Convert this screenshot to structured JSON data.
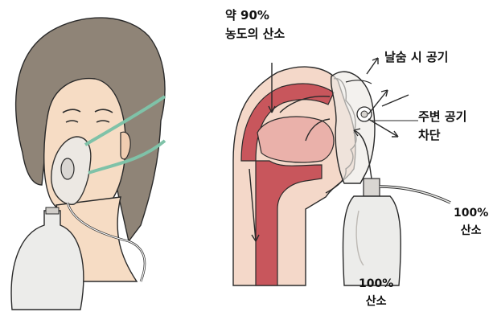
{
  "labels": {
    "oxygen_concentration": {
      "line1": "약 90%",
      "line2": "농도의 산소"
    },
    "exhaled_air": "날숨 시 공기",
    "ambient_block": {
      "line1": "주변 공기",
      "line2": "차단"
    },
    "oxygen_right": {
      "line1": "100%",
      "line2": "산소"
    },
    "oxygen_bottom": {
      "line1": "100%",
      "line2": "산소"
    }
  },
  "colors": {
    "skin": "#f6dcc4",
    "hair": "#8f8477",
    "mask": "#ece9e5",
    "strap": "#7fc2a8",
    "airway_red": "#c8565c",
    "airway_pink": "#eab1aa",
    "tissue": "#f4d8c9",
    "bag": "#ececea",
    "stroke": "#2a2a2a"
  }
}
